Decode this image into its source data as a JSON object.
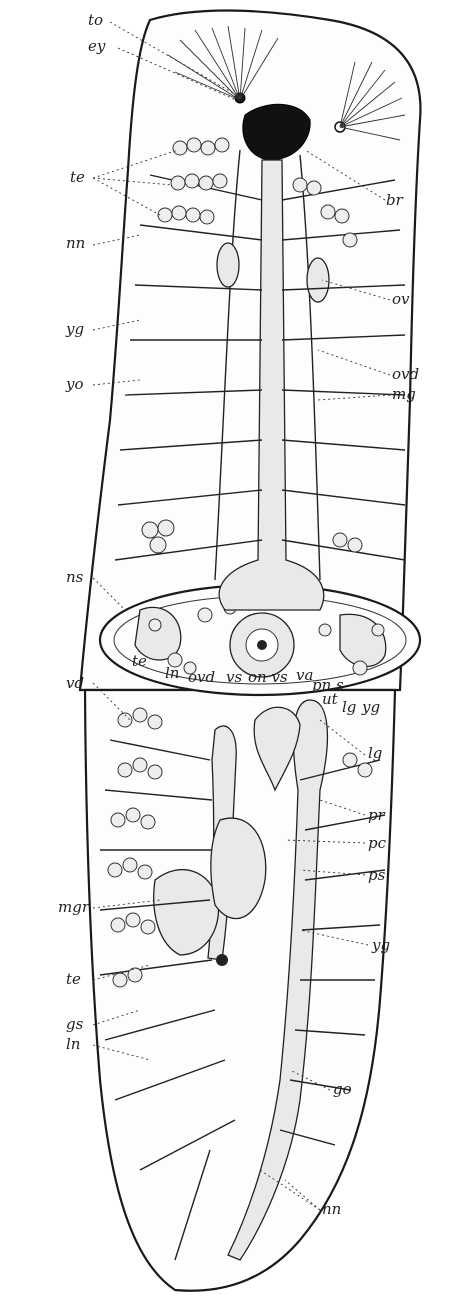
{
  "labels": {
    "to": "to",
    "ey": "ey",
    "te_top": "te",
    "br": "br",
    "nn_top": "nn",
    "ov": "ov",
    "yg_top": "yg",
    "ovd": "ovd",
    "mg": "mg",
    "yo": "yo",
    "ns": "ns",
    "te_mid": "te",
    "ln_mid": "ln",
    "ovd_mid": "ovd",
    "vs": "vs",
    "on_vs": "on vs",
    "va": "va",
    "pn_s": "pn s",
    "ut": "ut",
    "lg_mid": "lg",
    "yg_mid": "yg",
    "vd": "vd",
    "lg": "lg",
    "pr": "pr",
    "pc": "pc",
    "mgr": "mgr",
    "ps": "ps",
    "te_low": "te",
    "yg_low": "yg",
    "gs": "gs",
    "go": "go",
    "ln_low": "ln",
    "nn_low": "nn"
  }
}
